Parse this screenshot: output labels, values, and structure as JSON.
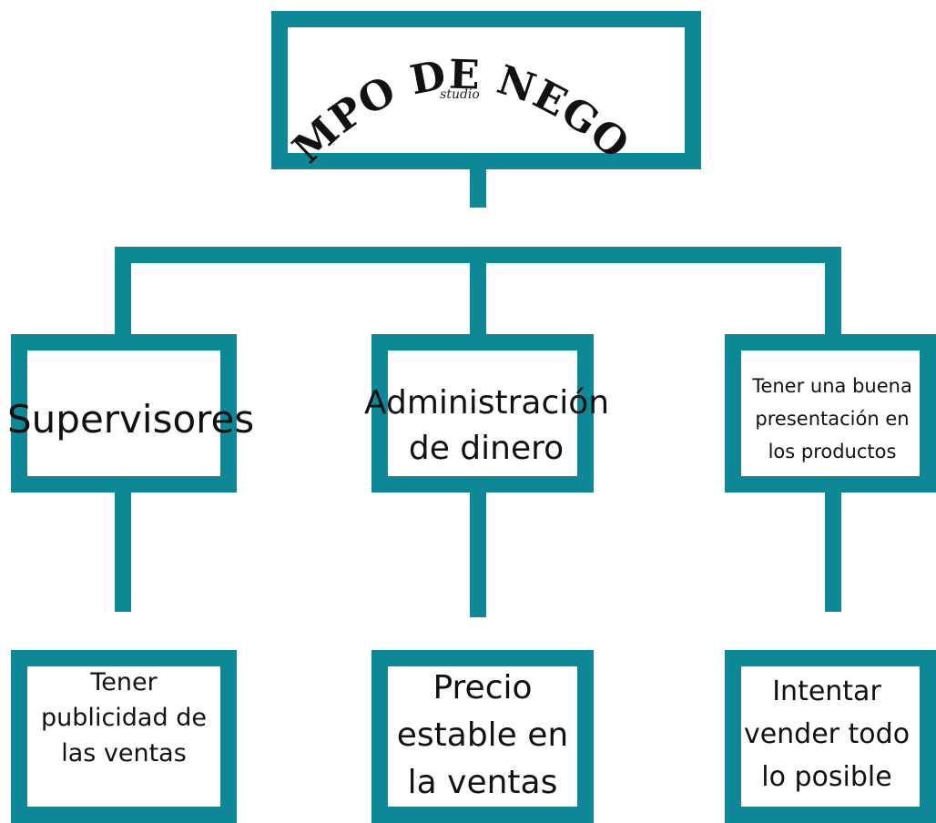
{
  "logo": {
    "title": "TIEMPO DE NEGOCIO",
    "subtitle": "studio"
  },
  "level1": [
    {
      "lines": [
        "Supervisores"
      ]
    },
    {
      "lines": [
        "Administración",
        "de dinero"
      ]
    },
    {
      "lines": [
        "Tener una buena",
        "presentación en",
        "los productos"
      ]
    }
  ],
  "level2": [
    {
      "lines": [
        "Tener",
        "publicidad de",
        "las ventas"
      ]
    },
    {
      "lines": [
        "Precio",
        "estable en",
        "la ventas"
      ]
    },
    {
      "lines": [
        "Intentar",
        "vender todo",
        "lo posible"
      ]
    }
  ],
  "colors": {
    "accent": "#0e8797",
    "text": "#111111",
    "background": "#ffffff"
  }
}
